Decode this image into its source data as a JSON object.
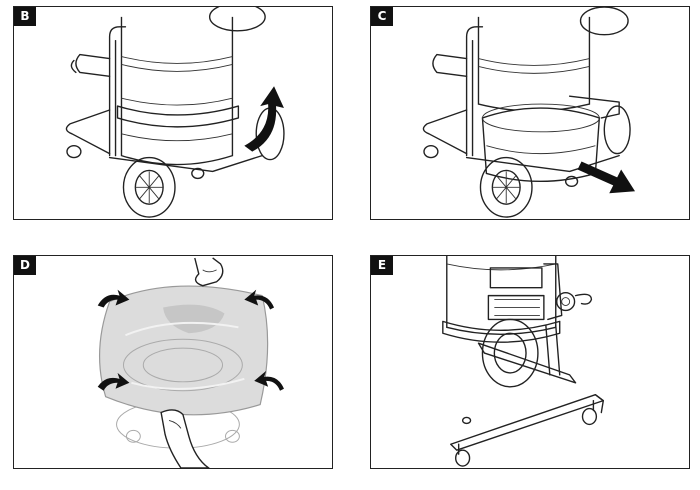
{
  "panels": [
    {
      "label": "B"
    },
    {
      "label": "C"
    },
    {
      "label": "D"
    },
    {
      "label": "E"
    }
  ],
  "icons": {
    "rotate_arrow": "rotate-arrow-icon",
    "pull_arrow": "arrow-icon",
    "corner_arrows": "curved-arrow-icon"
  },
  "colors": {
    "outline": "#222222",
    "arrow_fill": "#111111",
    "bag_fill": "#dcdcdc",
    "badge_bg": "#111111",
    "badge_text": "#ffffff"
  }
}
